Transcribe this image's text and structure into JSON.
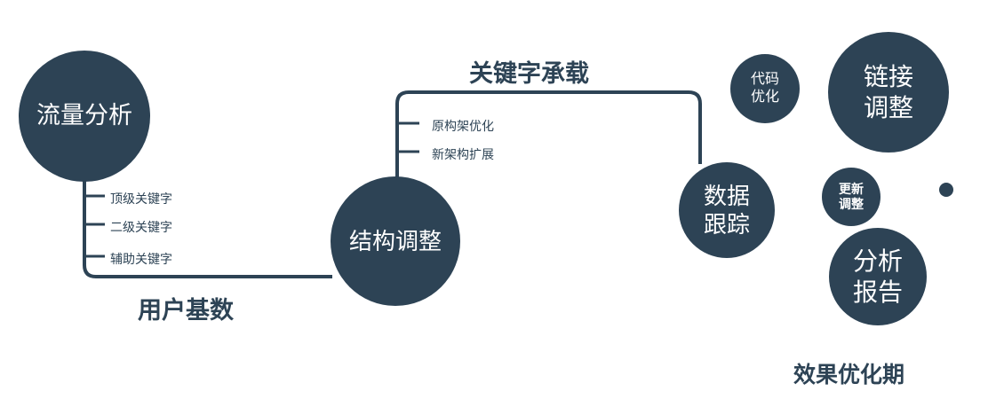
{
  "palette": {
    "node_fill": "#2d4355",
    "node_text": "#ffffff",
    "label_text": "#2d4355"
  },
  "nodes": {
    "traffic": {
      "label": "流量分析"
    },
    "structure": {
      "label": "结构调整"
    },
    "tracking": {
      "label": "数据\n跟踪"
    },
    "code_opt": {
      "label": "代码\n优化"
    },
    "link_adjust": {
      "label": "链接\n调整"
    },
    "update_adjust": {
      "label": "更新\n调整"
    },
    "report": {
      "label": "分析\n报告"
    }
  },
  "edge_labels": {
    "user_base": "用户基数",
    "keyword_carry": "关键字承载"
  },
  "branch_labels": {
    "left": [
      "顶级关键字",
      "二级关键字",
      "辅助关键字"
    ],
    "mid": [
      "原构架优化",
      "新架构扩展"
    ]
  },
  "footer": {
    "phase": "效果优化期"
  }
}
